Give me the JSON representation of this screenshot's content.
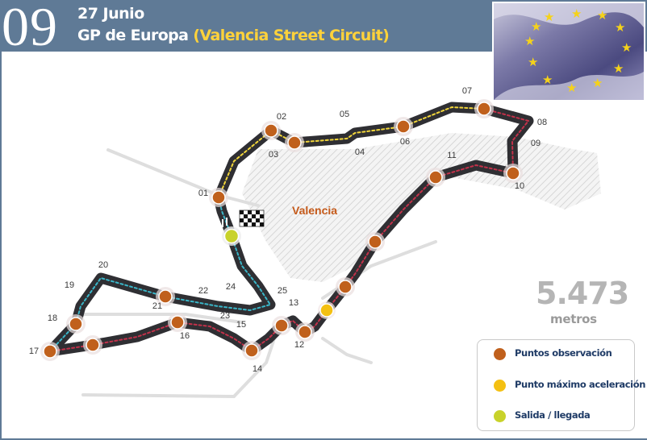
{
  "header": {
    "round": "09",
    "date": "27 Junio",
    "title": "GP de Europa",
    "subtitle": "(Valencia Street Circuit)"
  },
  "map": {
    "city": "Valencia",
    "corners": [
      "01",
      "02",
      "03",
      "04",
      "05",
      "06",
      "07",
      "08",
      "09",
      "10",
      "11",
      "12",
      "13",
      "14",
      "15",
      "16",
      "17",
      "18",
      "19",
      "20",
      "21",
      "22",
      "23",
      "24",
      "25"
    ]
  },
  "length": {
    "value": "5.473",
    "unit": "metros"
  },
  "legend": {
    "items": [
      {
        "label": "Puntos observación",
        "color": "#c0601c"
      },
      {
        "label": "Punto máximo aceleración",
        "color": "#f4c012"
      },
      {
        "label": "Salida / llegada",
        "color": "#c8d22a"
      }
    ]
  },
  "colors": {
    "header_bg": "#5f7a96",
    "track": "#2f2f33",
    "observation": "#c0601c",
    "acceleration": "#f4c012",
    "start_finish": "#c8d22a"
  }
}
